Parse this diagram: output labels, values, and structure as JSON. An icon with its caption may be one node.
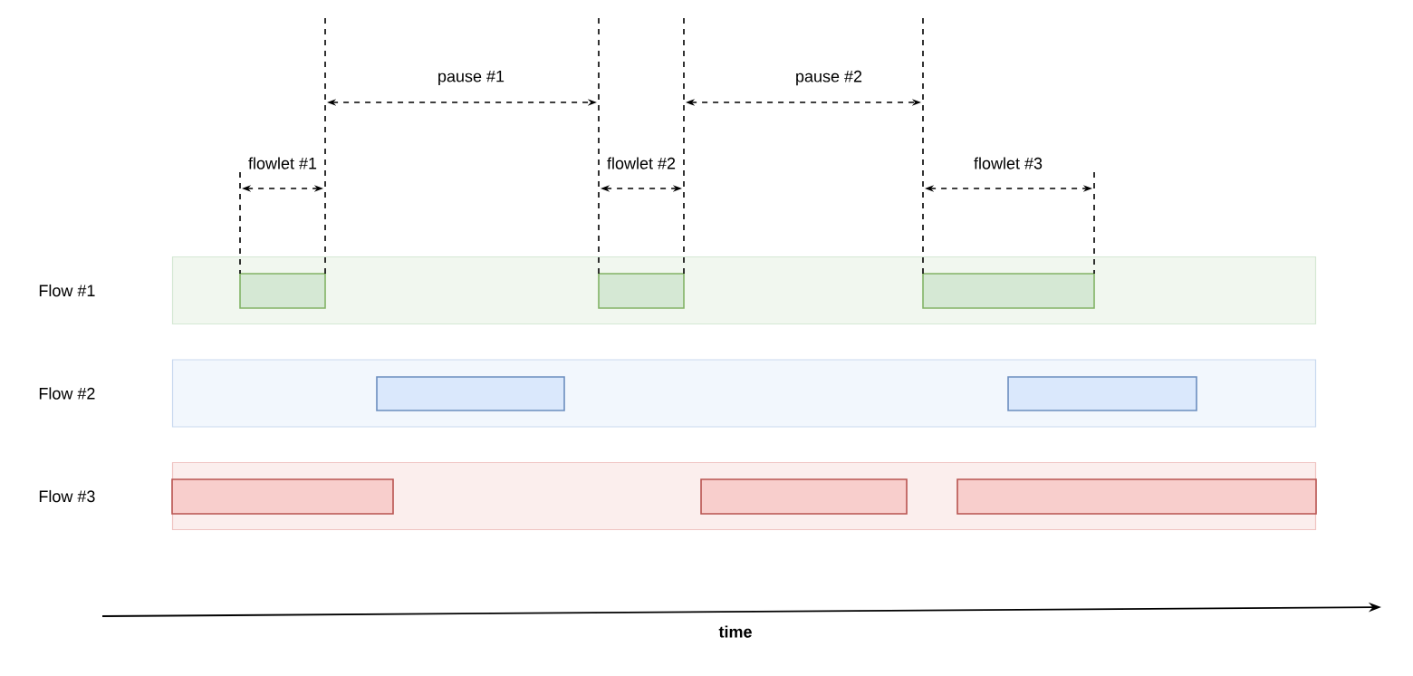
{
  "diagram": {
    "nodes": [
      {
        "text": [],
        "shape": "box"
      },
      {
        "text": [],
        "shape": "box",
        "in": 0
      },
      {
        "text": [],
        "shape": "box",
        "in": 0
      },
      {
        "text": [],
        "shape": "box",
        "in": 0
      },
      {
        "text": [],
        "shape": "box"
      },
      {
        "text": [],
        "shape": "box",
        "in": 4
      },
      {
        "text": [],
        "shape": "box",
        "in": 4
      },
      {
        "text": [],
        "shape": "box"
      },
      {
        "text": [],
        "shape": "box",
        "in": 7
      },
      {
        "text": [],
        "shape": "box",
        "in": 7
      },
      {
        "text": [],
        "shape": "box",
        "in": 7
      }
    ],
    "labels": [
      "pause #1",
      "pause #2",
      "flowlet #1",
      "flowlet #2",
      "flowlet #3",
      "Flow #1",
      "Flow #2",
      "Flow #3",
      "time"
    ]
  }
}
